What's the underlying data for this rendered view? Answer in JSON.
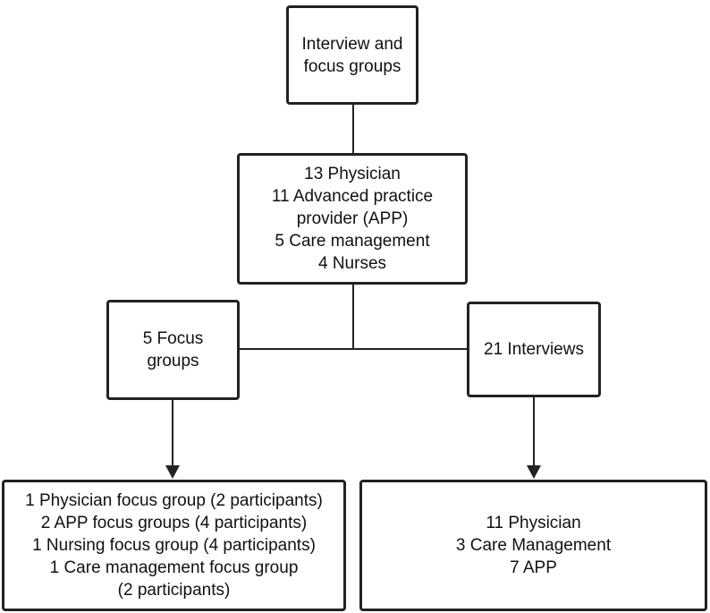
{
  "nodes": {
    "root": {
      "lines": [
        "Interview and",
        "focus groups"
      ]
    },
    "participants": {
      "lines": [
        "13 Physician",
        "11 Advanced practice",
        "provider (APP)",
        "5 Care management",
        "4 Nurses"
      ]
    },
    "focus_groups": {
      "lines": [
        "5 Focus",
        "groups"
      ]
    },
    "interviews": {
      "lines": [
        "21 Interviews"
      ]
    },
    "focus_group_detail": {
      "lines": [
        "1 Physician focus group (2 participants)",
        "2 APP focus groups (4 participants)",
        "1 Nursing focus group (4 participants)",
        "1 Care management focus group",
        "(2 participants)"
      ]
    },
    "interview_detail": {
      "lines": [
        "11 Physician",
        "3 Care Management",
        "7 APP"
      ]
    }
  },
  "colors": {
    "stroke": "#222222",
    "text": "#111111",
    "background": "#ffffff"
  }
}
